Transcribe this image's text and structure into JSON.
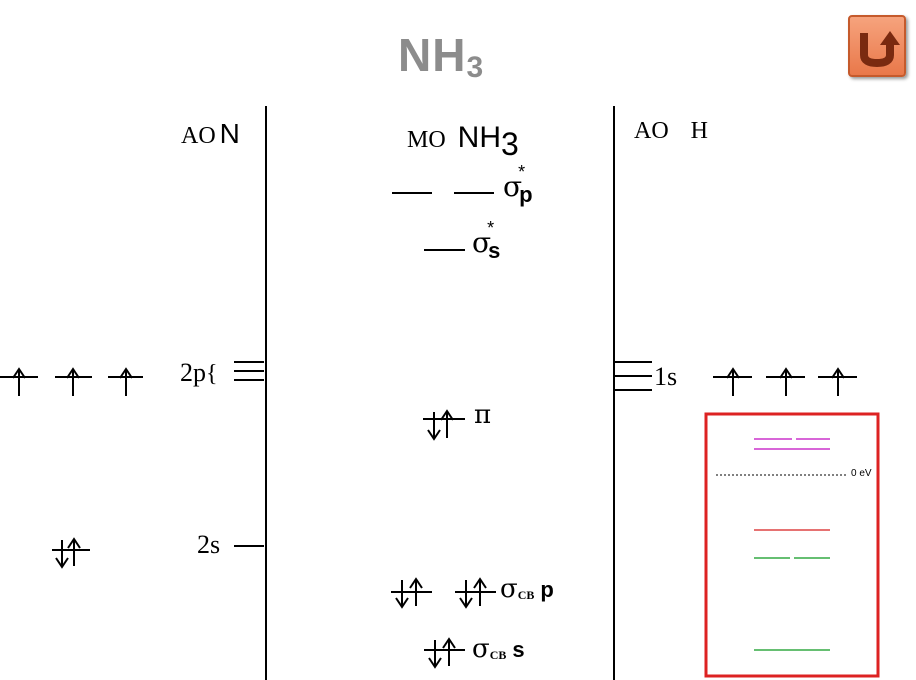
{
  "title": {
    "main": "NH",
    "sub": "3"
  },
  "back_button": {
    "icon": "return-arrow-icon",
    "color": "#e9784a"
  },
  "headers": {
    "ao_left": "AO",
    "ao_left_atom": "N",
    "mo": "MO",
    "mo_molecule_main": "NH",
    "mo_molecule_sub": "3",
    "ao_right": "AO",
    "ao_right_atom": "H"
  },
  "left_levels": {
    "n2p": "2p",
    "brace": "{",
    "n2s": "2s"
  },
  "right_levels": {
    "h1s": "1s"
  },
  "mo_levels": {
    "sigma_p_star": {
      "sigma": "σ",
      "star": "*",
      "sub": "p"
    },
    "sigma_s_star": {
      "sigma": "σ",
      "star": "*",
      "sub": "s"
    },
    "pi": {
      "label": "π"
    },
    "sigma_cb_p": {
      "sigma": "σ",
      "sub": "CB",
      "orb": "p"
    },
    "sigma_cb_s": {
      "sigma": "σ",
      "sub": "CB",
      "orb": "s"
    }
  },
  "inset": {
    "zero_label": "0 eV",
    "frame_color": "#dd2222",
    "line_colors": {
      "top": "#cc33cc",
      "red": "#dd4444",
      "green": "#33aa44"
    }
  }
}
